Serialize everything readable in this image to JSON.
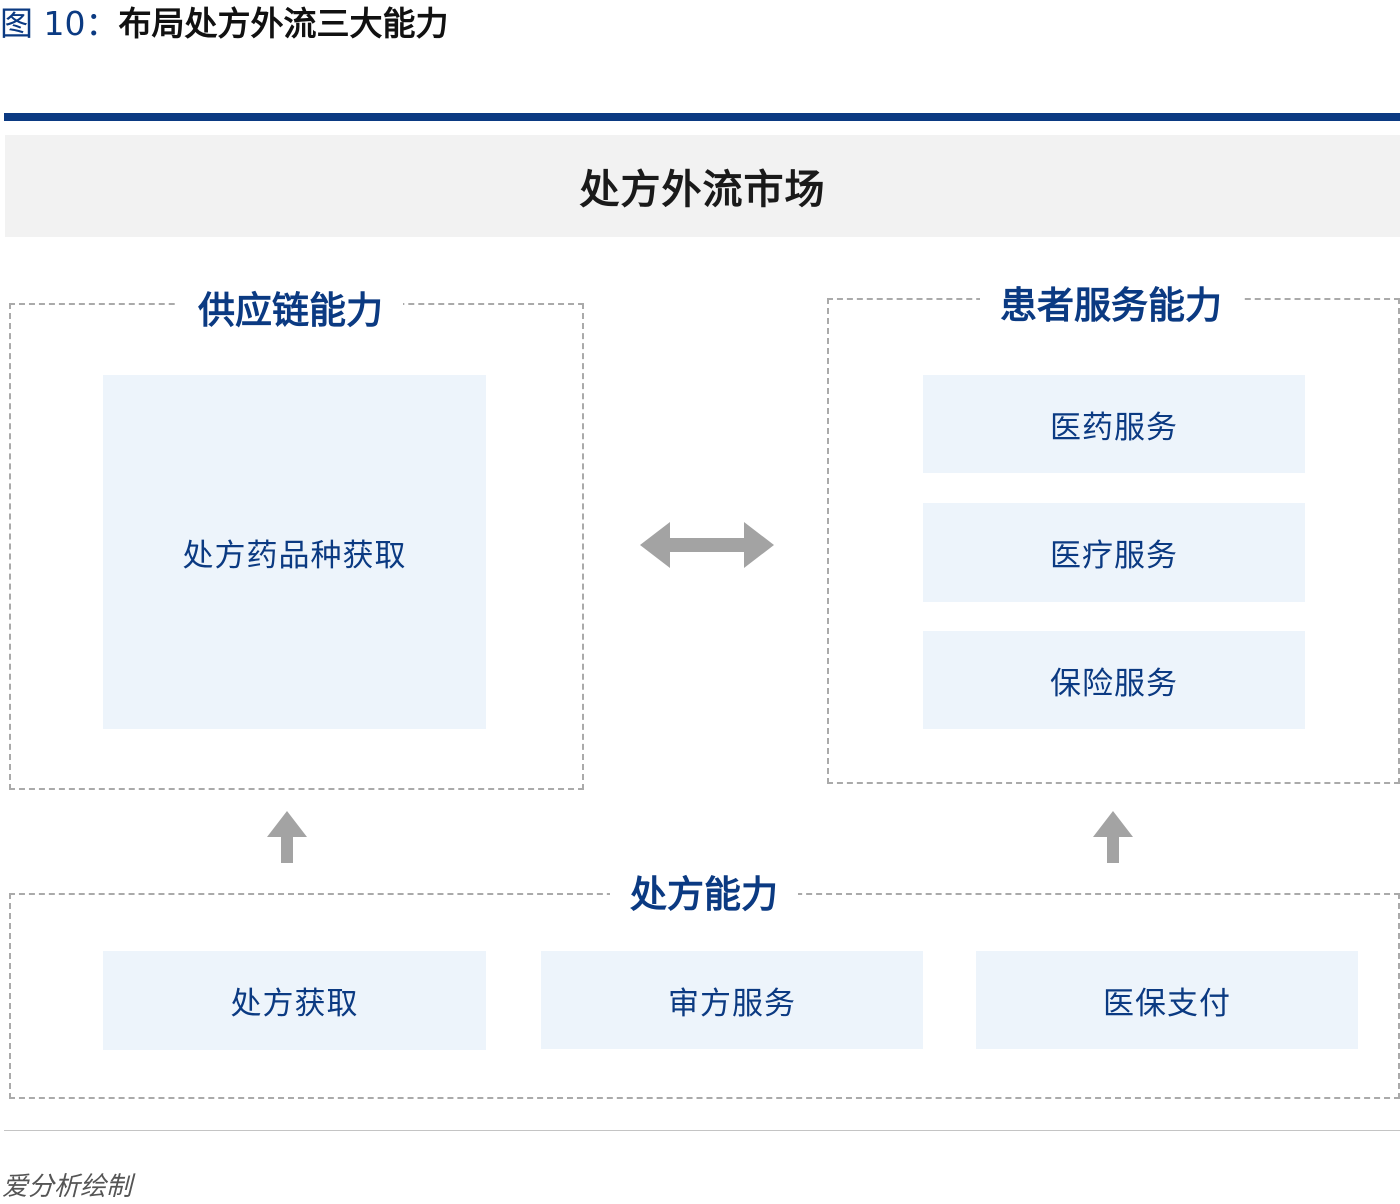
{
  "figure": {
    "number": "图 10：",
    "title": "布局处方外流三大能力"
  },
  "market": {
    "label": "处方外流市场"
  },
  "supply_chain": {
    "title": "供应链能力",
    "items": [
      "处方药品种获取"
    ]
  },
  "patient_service": {
    "title": "患者服务能力",
    "items": [
      "医药服务",
      "医疗服务",
      "保险服务"
    ]
  },
  "prescription": {
    "title": "处方能力",
    "items": [
      "处方获取",
      "审方服务",
      "医保支付"
    ]
  },
  "source": "爱分析绘制",
  "colors": {
    "brand_blue": "#0b3a82",
    "box_fill": "#edf4fb",
    "banner_fill": "#f2f2f2",
    "arrow_gray": "#a3a3a3",
    "dash_gray": "#aaaaaa"
  }
}
